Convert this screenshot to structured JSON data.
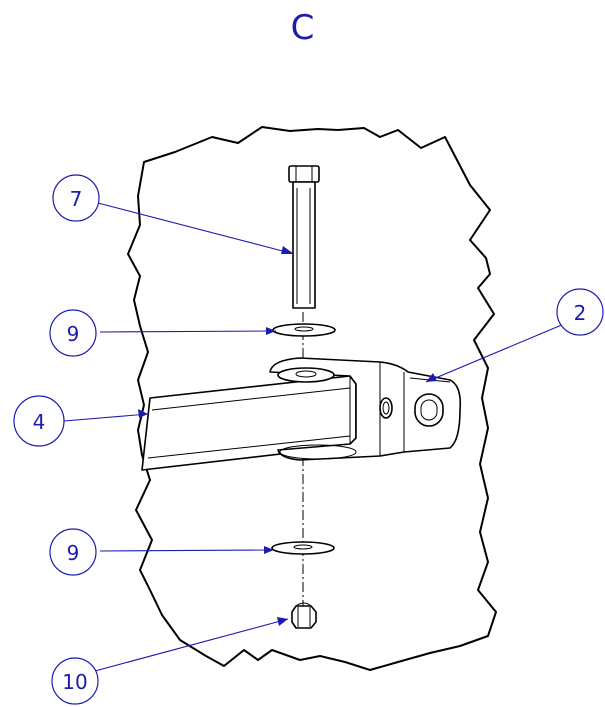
{
  "view": {
    "label": "C"
  },
  "callouts": [
    {
      "id": "bolt",
      "number": "7"
    },
    {
      "id": "upper-washer",
      "number": "9"
    },
    {
      "id": "bracket",
      "number": "2"
    },
    {
      "id": "arm",
      "number": "4"
    },
    {
      "id": "lower-washer",
      "number": "9"
    },
    {
      "id": "nut",
      "number": "10"
    }
  ],
  "colors": {
    "callout": "#1b1bb0",
    "line": "#000000",
    "background": "#ffffff"
  }
}
